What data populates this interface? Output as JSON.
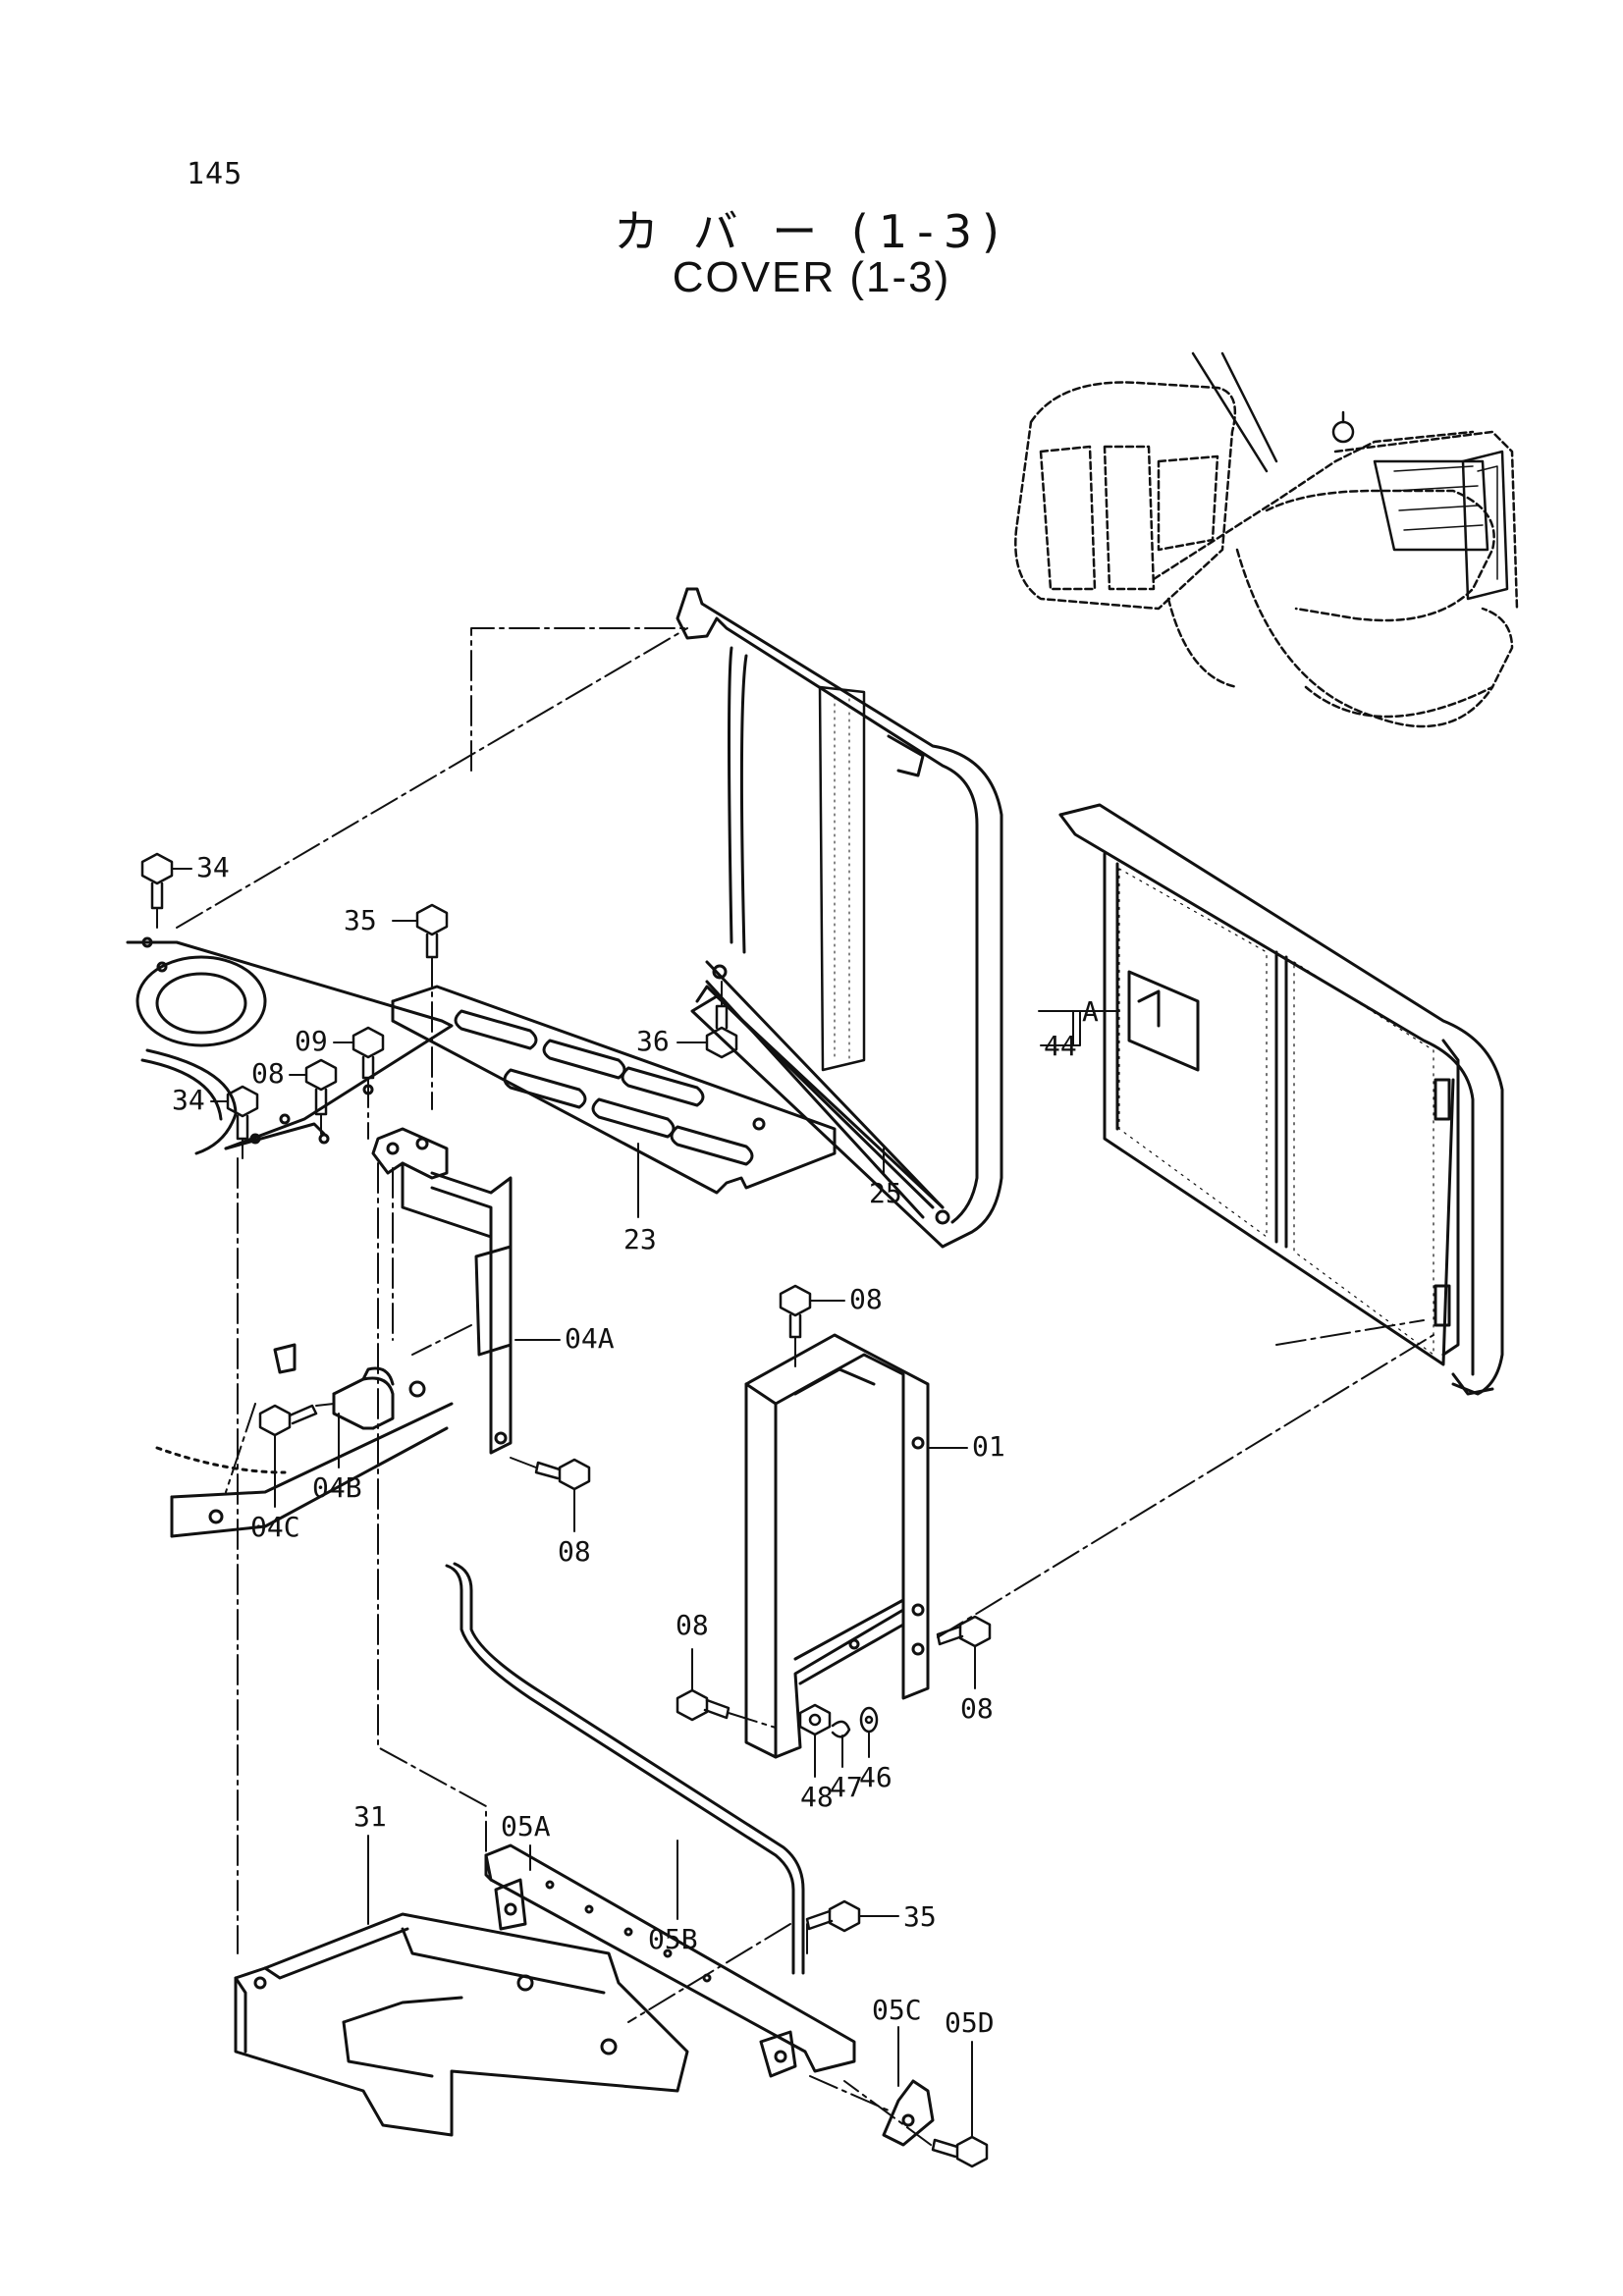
{
  "page_number": "145",
  "title_japanese": "カ バ ー (1-3)",
  "title_english": "COVER (1-3)",
  "parts": {
    "p34a": "34",
    "p35a": "35",
    "p09": "09",
    "p08a": "08",
    "p34b": "34",
    "p36": "36",
    "pA": "A",
    "p44": "44",
    "p25": "25",
    "p23": "23",
    "p08b": "08",
    "p04A": "04A",
    "p01": "01",
    "p04C": "04C",
    "p04B": "04B",
    "p08c": "08",
    "p08d": "08",
    "p08e": "08",
    "p48": "48",
    "p47": "47",
    "p46": "46",
    "p31": "31",
    "p05A": "05A",
    "p05B": "05B",
    "p35b": "35",
    "p05C": "05C",
    "p05D": "05D"
  }
}
